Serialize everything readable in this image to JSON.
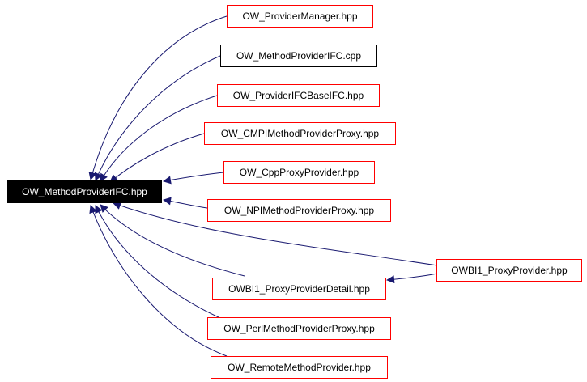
{
  "colors": {
    "edge": "#191970",
    "link_border": "#ff0000",
    "plain_border": "#000000",
    "root_fill": "#000000",
    "root_text": "#ffffff"
  },
  "nodes": {
    "root": "OW_MethodProviderIFC.hpp",
    "provider_manager": "OW_ProviderManager.hpp",
    "method_provider_ifc_cpp": "OW_MethodProviderIFC.cpp",
    "provider_ifc_base_ifc": "OW_ProviderIFCBaseIFC.hpp",
    "cmpi_method_provider_proxy": "OW_CMPIMethodProviderProxy.hpp",
    "cpp_proxy_provider": "OW_CppProxyProvider.hpp",
    "npi_method_provider_proxy": "OW_NPIMethodProviderProxy.hpp",
    "owbi1_proxy_provider": "OWBI1_ProxyProvider.hpp",
    "owbi1_proxy_provider_detail": "OWBI1_ProxyProviderDetail.hpp",
    "perl_method_provider_proxy": "OW_PerlMethodProviderProxy.hpp",
    "remote_method_provider": "OW_RemoteMethodProvider.hpp"
  }
}
